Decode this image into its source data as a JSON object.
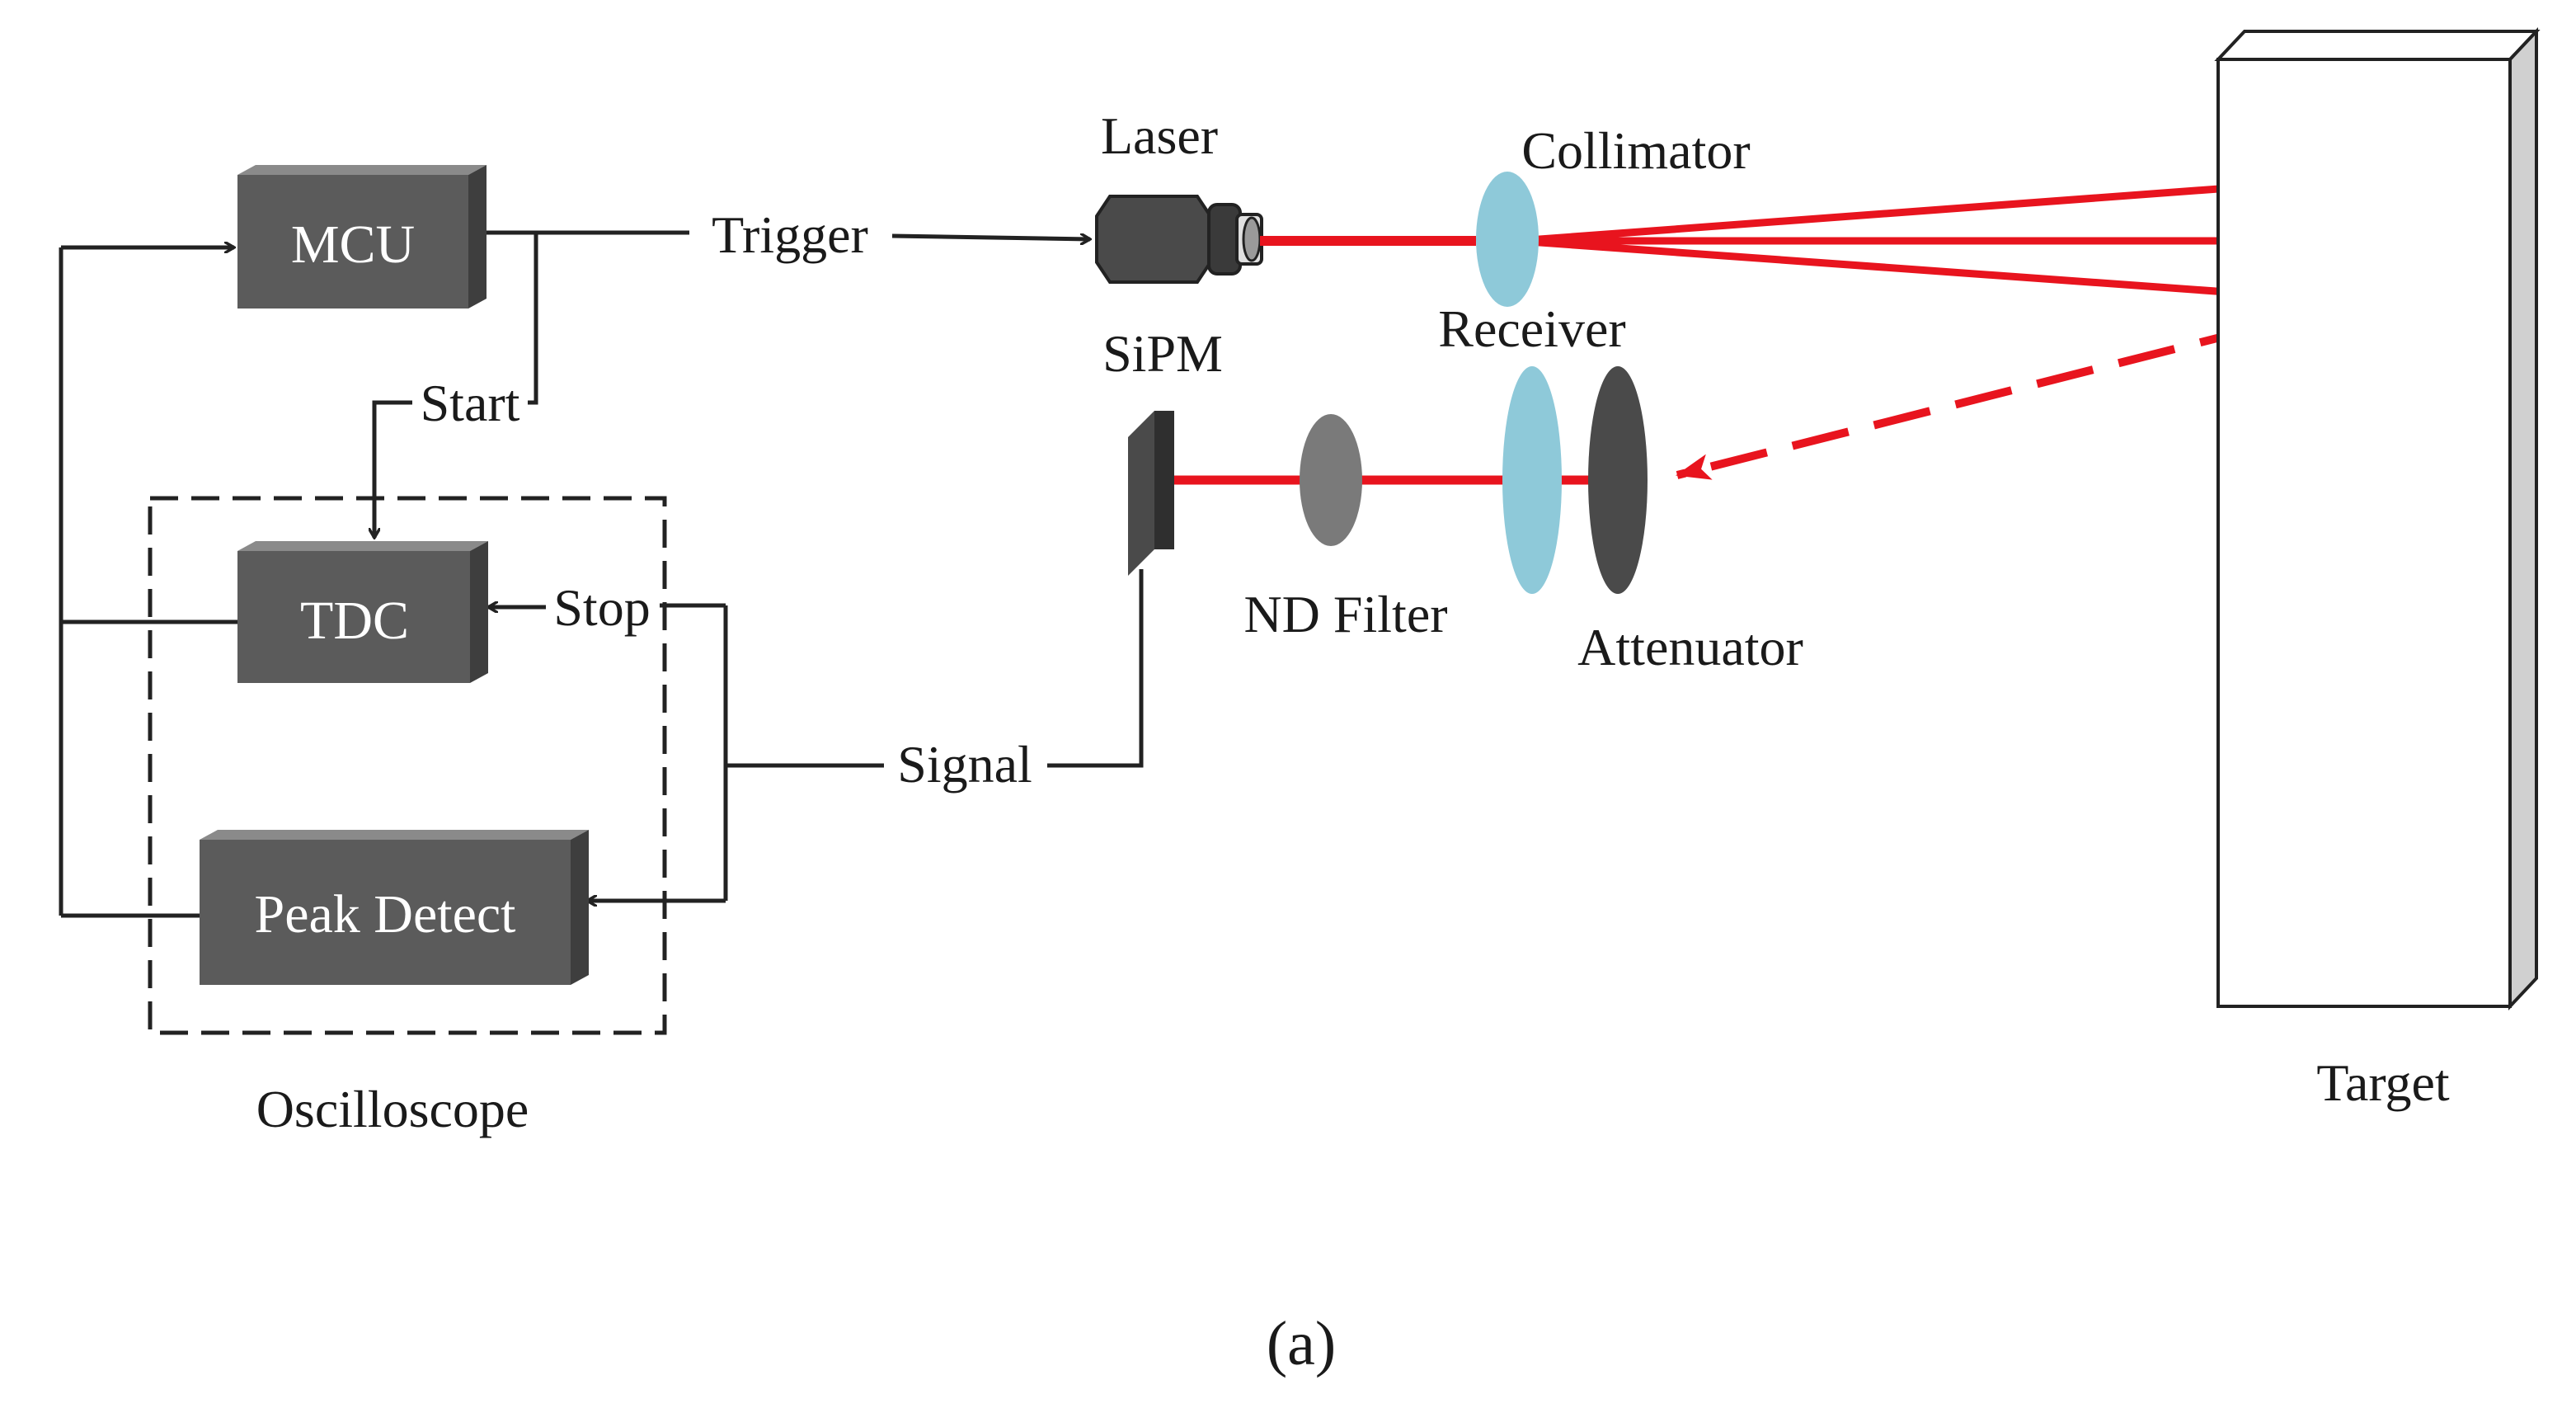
{
  "blocks": {
    "mcu": "MCU",
    "tdc": "TDC",
    "peak_detect": "Peak Detect"
  },
  "group": {
    "oscilloscope": "Oscilloscope"
  },
  "components": {
    "laser": "Laser",
    "collimator": "Collimator",
    "receiver": "Receiver",
    "sipm": "SiPM",
    "nd_filter": "ND Filter",
    "attenuator": "Attenuator",
    "target": "Target"
  },
  "signals": {
    "trigger": "Trigger",
    "start": "Start",
    "stop": "Stop",
    "signal": "Signal"
  },
  "caption": "(a)",
  "colors": {
    "block_fill": "#5b5b5b",
    "beam": "#e8141e",
    "lens": "#8ec9d9",
    "attenuator": "#4a4a4a",
    "nd_filter": "#7a7a7a",
    "wire": "#222222"
  }
}
